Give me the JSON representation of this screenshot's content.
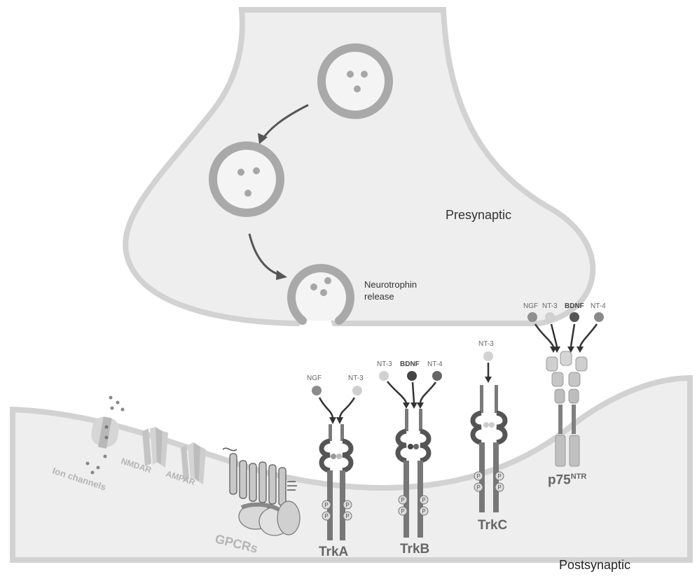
{
  "labels": {
    "presynaptic": "Presynaptic",
    "postsynaptic": "Postsynaptic",
    "release_line1": "Neurotrophin",
    "release_line2": "release"
  },
  "receptors": {
    "trka": "TrkA",
    "trkb": "TrkB",
    "trkc": "TrkC",
    "p75": "p75",
    "p75_sup": "NTR"
  },
  "ligands": {
    "ngf": "NGF",
    "nt3": "NT-3",
    "bdnf": "BDNF",
    "nt4": "NT-4"
  },
  "other_receptors": {
    "ion_channels": "Ion channels",
    "nmdar": "NMDAR",
    "ampar": "AMPAR",
    "gpcrs": "GPCRs"
  },
  "phospho": "P"
}
